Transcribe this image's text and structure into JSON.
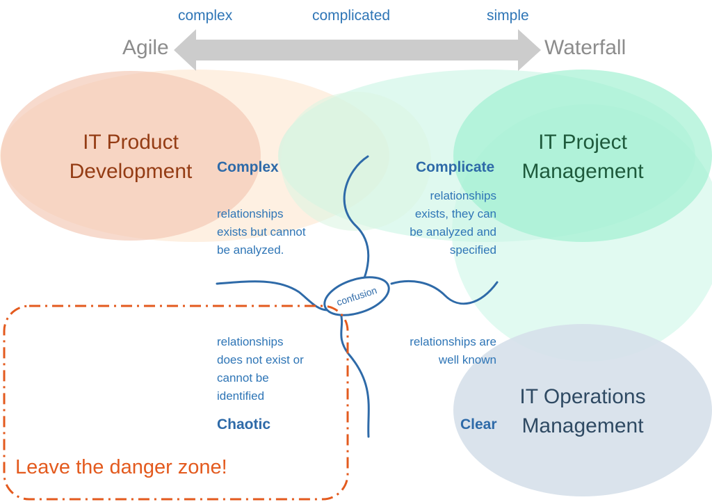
{
  "axis": {
    "top_labels": {
      "complex": "complex",
      "complicated": "complicated",
      "simple": "simple"
    },
    "left_end": "Agile",
    "right_end": "Waterfall"
  },
  "areas": {
    "product": {
      "line1": "IT Product",
      "line2": "Development"
    },
    "project": {
      "line1": "IT Project",
      "line2": "Management"
    },
    "operations": {
      "line1": "IT Operations",
      "line2": "Management"
    }
  },
  "domains": {
    "complex": {
      "title": "Complex",
      "desc": [
        "relationships",
        "exists but cannot",
        "be analyzed."
      ]
    },
    "complicate": {
      "title": "Complicate",
      "desc": [
        "relationships",
        "exists, they can",
        "be analyzed and",
        "specified"
      ]
    },
    "chaotic": {
      "title": "Chaotic",
      "desc": [
        "relationships",
        "does not exist or",
        "cannot be",
        "identified"
      ]
    },
    "clear": {
      "title": "Clear",
      "desc": [
        "relationships are",
        "well known"
      ]
    }
  },
  "center": {
    "label": "confusion"
  },
  "danger": {
    "label": "Leave the danger zone!"
  },
  "colors": {
    "product_fill": "#f2c6b2",
    "product_text": "#943c14",
    "agile_band": "#fde9d6",
    "project_fill": "#a6f0d2",
    "project_text": "#1e5a3c",
    "waterfall_band": "#c9f5e5",
    "operations_fill": "#d6e0ea",
    "operations_text": "#2f4a63",
    "arrow": "#cccccc",
    "accent_blue": "#2e6aa8",
    "danger": "#e35a1e"
  }
}
